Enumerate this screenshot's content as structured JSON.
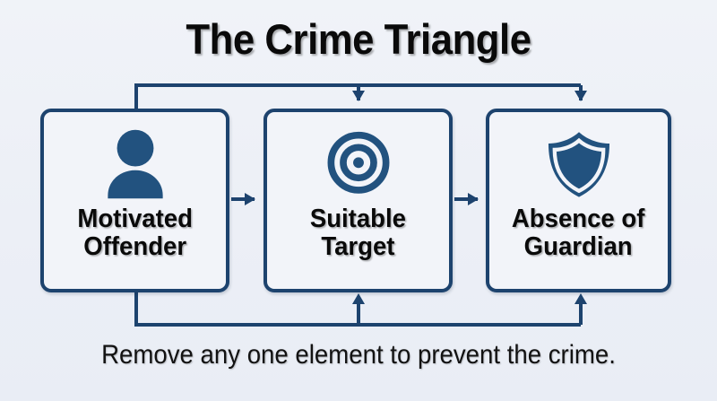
{
  "title": "The Crime Triangle",
  "caption": "Remove any one element to prevent the crime.",
  "colors": {
    "background": "#eef1f7",
    "accent": "#1d436e",
    "icon": "#22527f",
    "text": "#0a0a0a"
  },
  "nodes": [
    {
      "id": "motivated-offender",
      "icon": "person-icon",
      "label_line1": "Motivated",
      "label_line2": "Offender"
    },
    {
      "id": "suitable-target",
      "icon": "target-icon",
      "label_line1": "Suitable",
      "label_line2": "Target"
    },
    {
      "id": "absence-of-guardian",
      "icon": "shield-icon",
      "label_line1": "Absence of",
      "label_line2": "Guardian"
    }
  ],
  "connectors": [
    {
      "id": "offender-to-target",
      "from": "motivated-offender",
      "to": "suitable-target",
      "direction": "right"
    },
    {
      "id": "target-to-guardian",
      "from": "suitable-target",
      "to": "absence-of-guardian",
      "direction": "right"
    },
    {
      "id": "offender-top-to-target",
      "from": "motivated-offender",
      "to": "suitable-target",
      "direction": "down"
    },
    {
      "id": "offender-top-to-guardian",
      "from": "motivated-offender",
      "to": "absence-of-guardian",
      "direction": "down"
    },
    {
      "id": "target-bottom-to-offender",
      "from": "suitable-target",
      "to": "motivated-offender",
      "direction": "up"
    },
    {
      "id": "guardian-bottom-to-offender",
      "from": "absence-of-guardian",
      "to": "motivated-offender",
      "direction": "up"
    }
  ]
}
